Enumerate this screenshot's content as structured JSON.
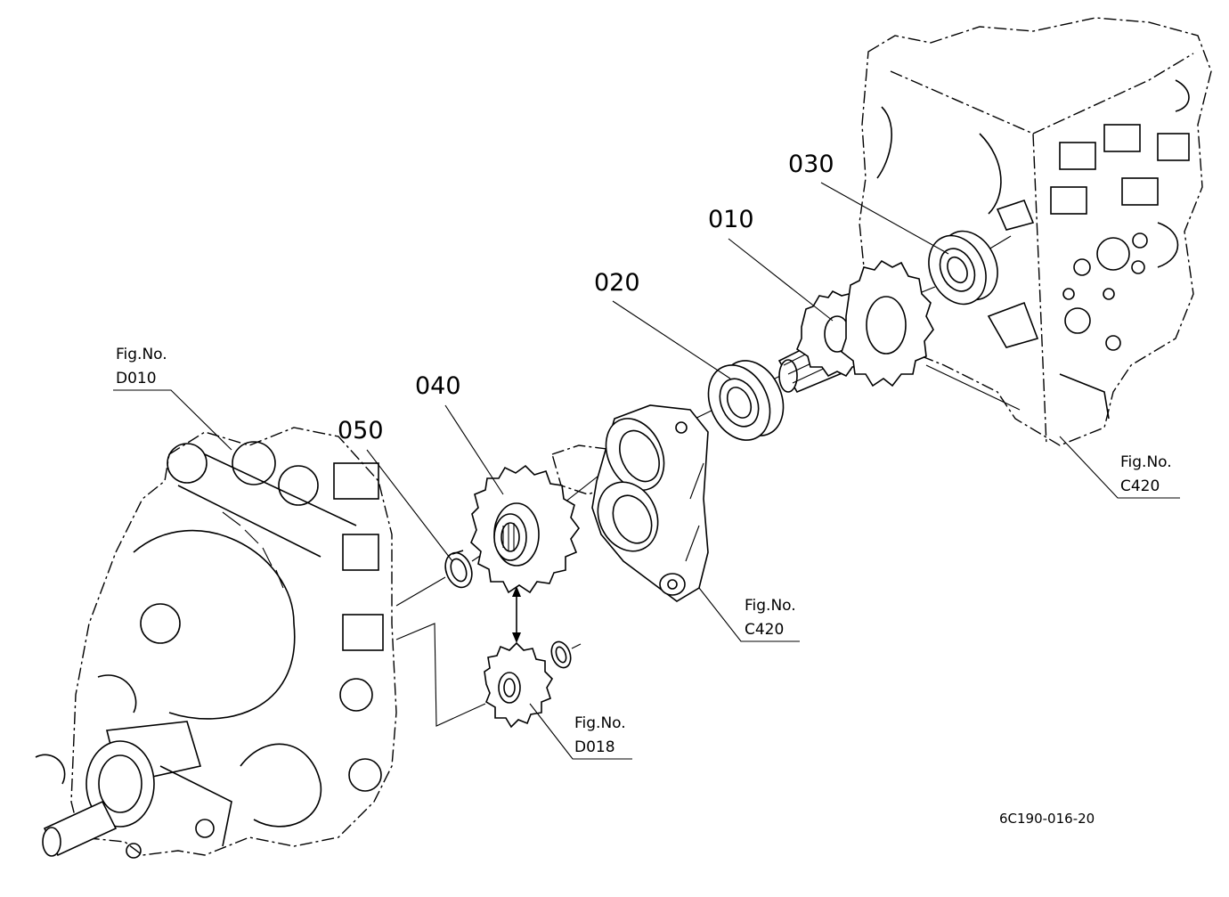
{
  "parts": [
    {
      "id": "p010",
      "number": "010"
    },
    {
      "id": "p020",
      "number": "020"
    },
    {
      "id": "p030",
      "number": "030"
    },
    {
      "id": "p040",
      "number": "040"
    },
    {
      "id": "p050",
      "number": "050"
    }
  ],
  "references": [
    {
      "id": "ref-d010",
      "caption": "Fig.No.",
      "fig": "D010"
    },
    {
      "id": "ref-c420-right",
      "caption": "Fig.No.",
      "fig": "C420"
    },
    {
      "id": "ref-c420-mid",
      "caption": "Fig.No.",
      "fig": "C420"
    },
    {
      "id": "ref-d018",
      "caption": "Fig.No.",
      "fig": "D018"
    }
  ],
  "drawing_code": "6C190-016-20"
}
